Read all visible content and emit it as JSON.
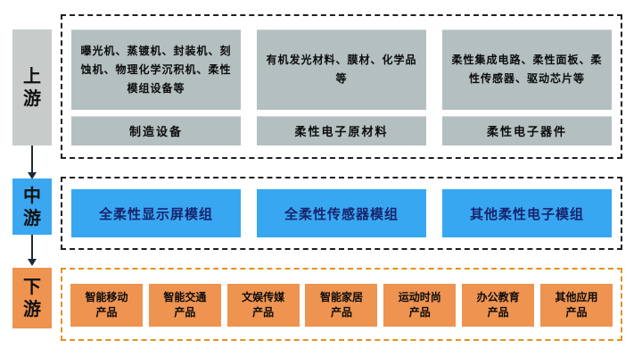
{
  "palette": {
    "grey_box": "#b4bfc0",
    "grey_rail": "#c7cbca",
    "blue_box": "#38a7f1",
    "blue_text": "#18256e",
    "orange_box": "#ee9350",
    "dashed_dark": "#1f1f1f",
    "dashed_orange": "#e0941f",
    "arrow": "#1c2b33"
  },
  "rail": {
    "upstream": "上\n游",
    "midstream": "中\n游",
    "downstream": "下\n游"
  },
  "upstream": {
    "columns": [
      {
        "items": "曝光机、蒸镀机、封装机、刻蚀机、物理化学沉积机、柔性模组设备等",
        "label": "制造设备"
      },
      {
        "items": "有机发光材料、膜材、化学品等",
        "label": "柔性电子原材料"
      },
      {
        "items": "柔性集成电路、柔性面板、柔性传感器、驱动芯片等",
        "label": "柔性电子器件"
      }
    ]
  },
  "midstream": {
    "boxes": [
      {
        "label": "全柔性显示屏模组"
      },
      {
        "label": "全柔性传感器模组"
      },
      {
        "label": "其他柔性电子模组"
      }
    ]
  },
  "downstream": {
    "boxes": [
      {
        "label": "智能移动\n产品"
      },
      {
        "label": "智能交通\n产品"
      },
      {
        "label": "文娱传媒\n产品"
      },
      {
        "label": "智能家居\n产品"
      },
      {
        "label": "运动时尚\n产品"
      },
      {
        "label": "办公教育\n产品"
      },
      {
        "label": "其他应用\n产品"
      }
    ]
  }
}
